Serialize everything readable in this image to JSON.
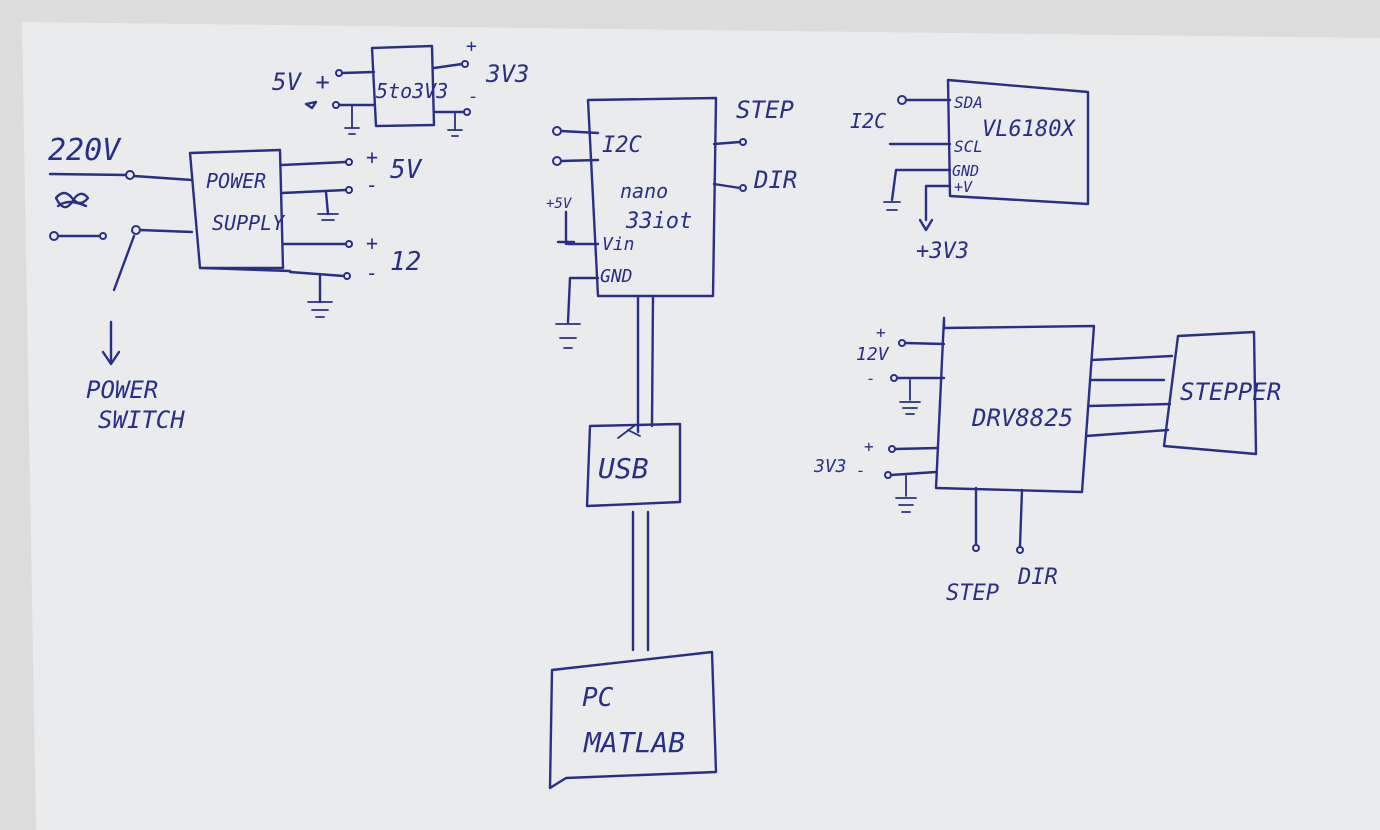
{
  "paper": {
    "background": "#e9ebed",
    "ink": "#2a2f86"
  },
  "power_section": {
    "mains_label": "220V",
    "supply_label_line1": "POWER",
    "supply_label_line2": "SUPPLY",
    "out_plus": "+",
    "out_minus": "-",
    "out_5v": "5V",
    "out_12": "12",
    "switch_label_line1": "POWER",
    "switch_label_line2": "SWITCH"
  },
  "regulator": {
    "label": "5to3V3",
    "input_label": "5V +",
    "output_label": "3V3",
    "plus": "+",
    "minus": "-"
  },
  "mcu": {
    "i2c_label": "I2C",
    "name_line1": "nano",
    "name_line2": "33iot",
    "vin_label": "Vin",
    "gnd_label": "GND",
    "plus5v_label": "+5V",
    "step_label": "STEP",
    "dir_label": "DIR"
  },
  "usb": {
    "label": "USB"
  },
  "pc": {
    "line1": "PC",
    "line2": "MATLAB"
  },
  "sensor": {
    "name": "VL6180X",
    "i2c_label": "I2C",
    "sda": "SDA",
    "scl": "SCL",
    "gnd": "GND",
    "vplus": "+V",
    "supply": "+3V3"
  },
  "driver": {
    "name": "DRV8825",
    "v12_label": "12V",
    "v3v3_label": "3V3",
    "plus": "+",
    "minus": "-",
    "step_label": "STEP",
    "dir_label": "DIR"
  },
  "motor": {
    "label": "STEPPER"
  }
}
